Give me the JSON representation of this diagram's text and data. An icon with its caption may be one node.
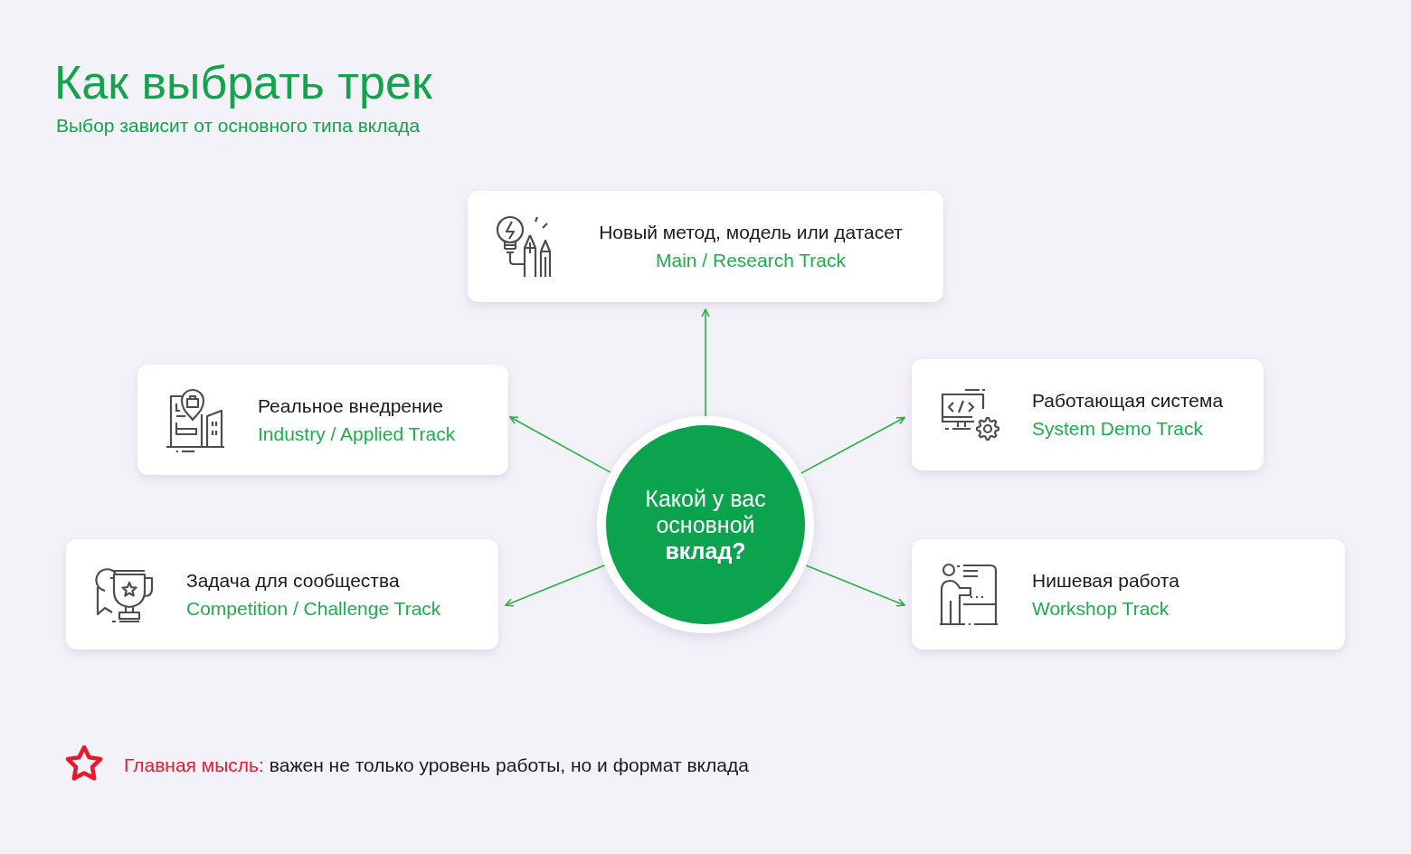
{
  "diagram": {
    "title": "Как выбрать трек",
    "nodes": [
      {
        "text": [
          "Новый метод, модель или датасет",
          "Main / Research Track"
        ]
      },
      {
        "text": [
          "Реальное внедрение",
          "Industry / Applied Track"
        ]
      },
      {
        "text": [
          "Работающая система",
          "System Demo Track"
        ]
      },
      {
        "text": [
          "Какой у вас основной **вклад?**"
        ]
      },
      {
        "text": [
          "Задача для сообщества",
          "Competition / Challenge Track"
        ]
      },
      {
        "text": [
          "Нишевая работа",
          "Workshop Track"
        ]
      }
    ],
    "edges": [
      {
        "from": 3,
        "to": 0,
        "arrow": "to"
      },
      {
        "from": 3,
        "to": 1,
        "arrow": "to"
      },
      {
        "from": 3,
        "to": 2,
        "arrow": "to"
      },
      {
        "from": 3,
        "to": 4,
        "arrow": "to"
      },
      {
        "from": 3,
        "to": 5,
        "arrow": "to"
      }
    ],
    "labels": [
      "Выбор зависит от основного типа вклада",
      "Главная мысль:",
      "важен не только уровень работы, но и формат вклада"
    ]
  }
}
